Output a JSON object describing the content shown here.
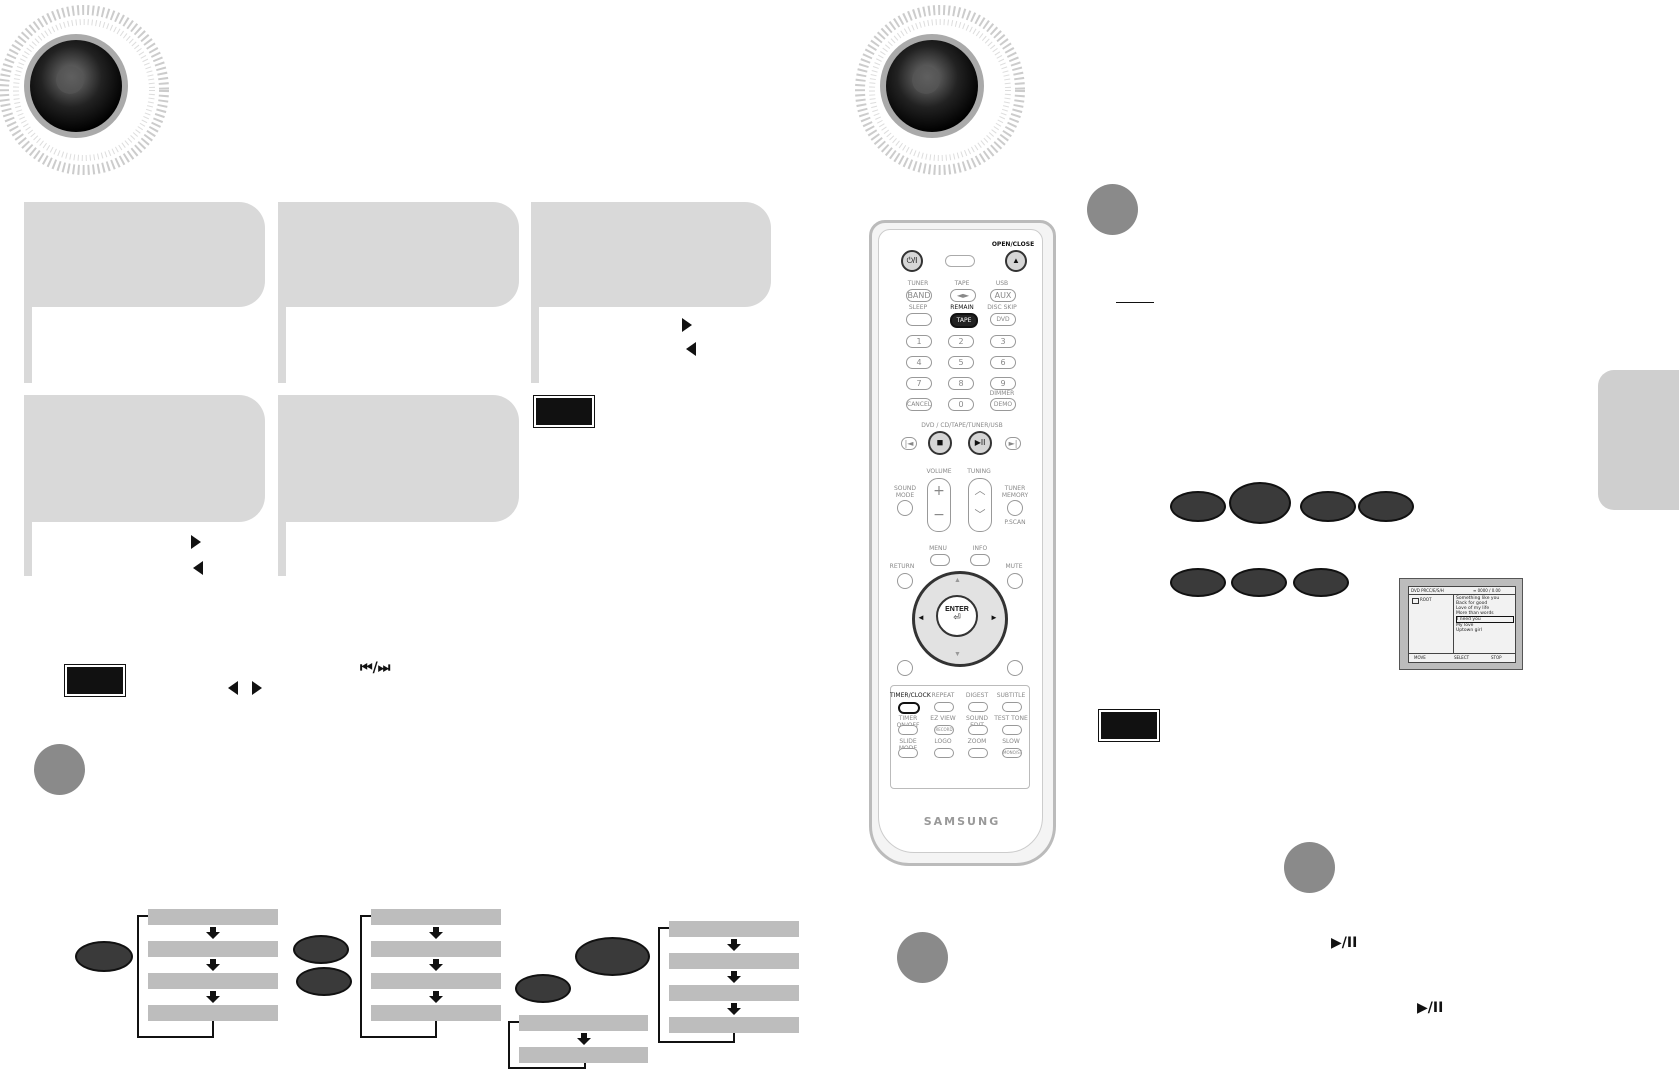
{
  "remote": {
    "open_close": "OPEN/CLOSE",
    "power": "⏻/I",
    "tuner": "TUNER",
    "band": "BAND",
    "tape": "TAPE",
    "tape_arrows": "◄►",
    "usb": "USB",
    "aux": "AUX",
    "sleep": "SLEEP",
    "remain": "REMAIN",
    "tape12": "TAPE 1/2",
    "disc_skip": "DISC SKIP",
    "dvd": "DVD",
    "n1": "1",
    "n2": "2",
    "n3": "3",
    "n4": "4",
    "n5": "5",
    "n6": "6",
    "n7": "7",
    "n8": "8",
    "n9": "9",
    "cancel": "CANCEL",
    "n0": "0",
    "dimmer": "DIMMER",
    "demo": "DEMO",
    "source_row": "DVD / CD/TAPE/TUNER/USB",
    "volume": "VOLUME",
    "tuning": "TUNING",
    "sound_mode": "SOUND MODE",
    "tuner_memory": "TUNER MEMORY",
    "pscan": "P.SCAN",
    "menu": "MENU",
    "info": "INFO",
    "return": "RETURN",
    "mute": "MUTE",
    "enter": "ENTER",
    "timer_clock": "TIMER/CLOCK",
    "repeat": "REPEAT",
    "digest": "DIGEST",
    "subtitle": "SUBTITLE",
    "timer_onoff": "TIMER ON/OFF",
    "ez_view": "EZ VIEW",
    "record": "RECORD",
    "sound_edit": "SOUND EDIT",
    "test_tone": "TEST TONE",
    "slide_mode": "SLIDE MODE",
    "logo": "LOGO",
    "zoom": "ZOOM",
    "slow": "SLOW",
    "mono": "MONO/ST",
    "brand": "SAMSUNG"
  },
  "screen": {
    "header_left": "DVD PRCC/E/S/H",
    "header_right": "≡ 0000 / 0.00",
    "folder": "ROOT",
    "tracks": [
      "Something like you",
      "Back for good",
      "Love of my life",
      "More than words",
      "I need you",
      "My love",
      "Uptown girl"
    ],
    "footer": [
      "MOVE",
      "SELECT",
      "STOP"
    ]
  },
  "glyphs": {
    "skip": "⏮/⏭",
    "play_pause": "▶/II"
  },
  "colors": {
    "card": "#d9d9d9",
    "circle": "#8a8a8a",
    "oval": "#3a3a3a",
    "bar": "#bdbdbd"
  }
}
